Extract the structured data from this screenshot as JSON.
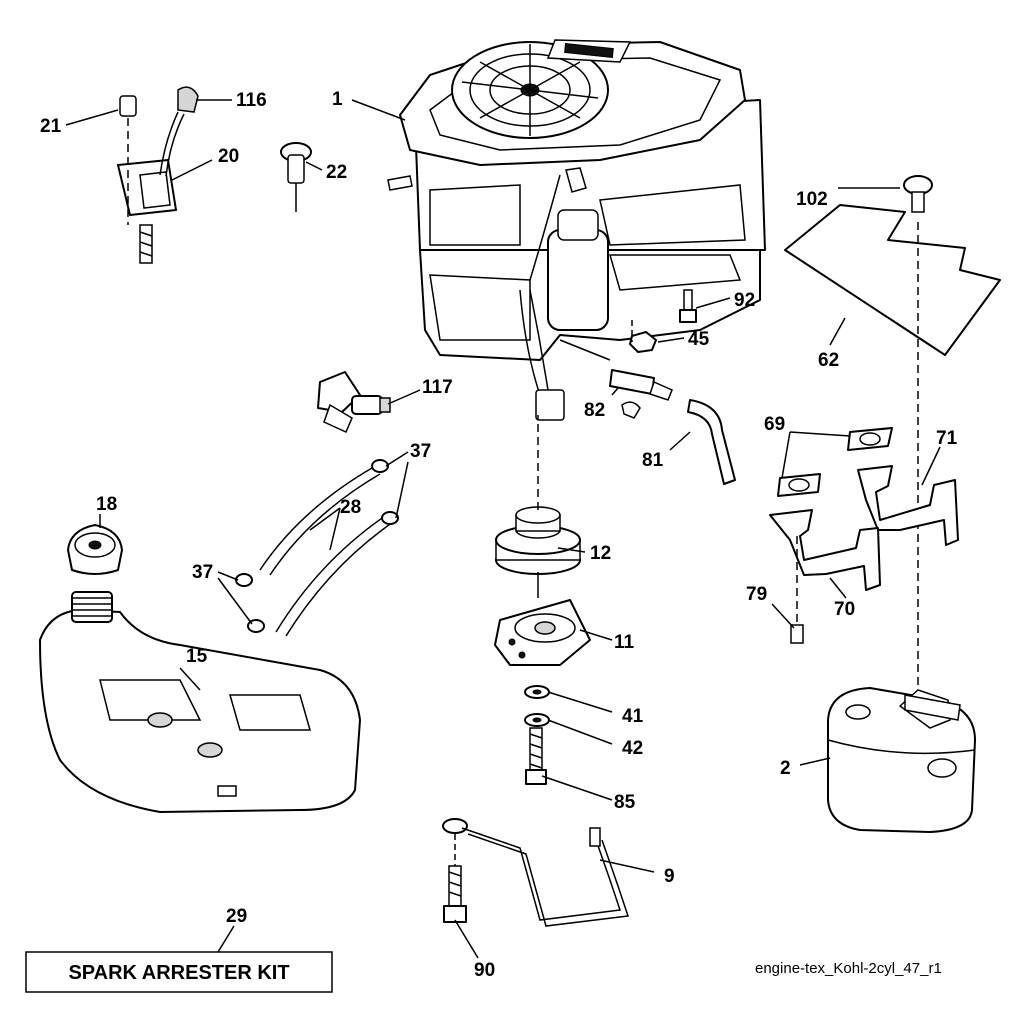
{
  "diagram": {
    "drawing_code": "engine-tex_Kohl-2cyl_47_r1",
    "kit_box_label": "SPARK ARRESTER KIT",
    "parts": {
      "p1": "1",
      "p2": "2",
      "p9": "9",
      "p11": "11",
      "p12": "12",
      "p15": "15",
      "p18": "18",
      "p20": "20",
      "p21": "21",
      "p22": "22",
      "p28": "28",
      "p29": "29",
      "p37a": "37",
      "p37b": "37",
      "p41": "41",
      "p42": "42",
      "p45": "45",
      "p62": "62",
      "p69": "69",
      "p70": "70",
      "p71": "71",
      "p79": "79",
      "p81": "81",
      "p82": "82",
      "p85": "85",
      "p90": "90",
      "p92": "92",
      "p102": "102",
      "p116": "116",
      "p117": "117"
    }
  }
}
